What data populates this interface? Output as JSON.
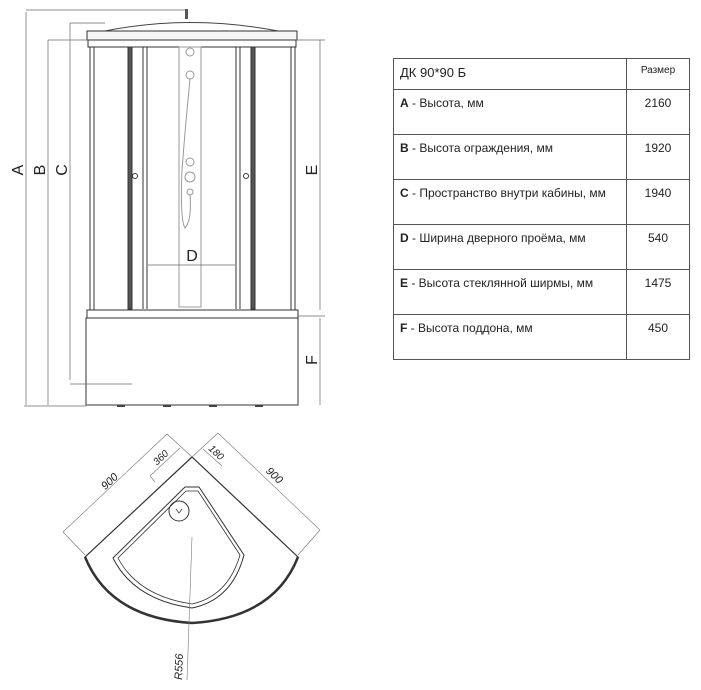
{
  "front_view": {
    "labels": {
      "A": "A",
      "B": "B",
      "C": "C",
      "D": "D",
      "E": "E",
      "F": "F"
    }
  },
  "plan_view": {
    "dims": {
      "left_width": "900",
      "right_width": "900",
      "drain_offset": "360",
      "corner_offset": "180",
      "radius": "R556"
    }
  },
  "table": {
    "title": "ДК 90*90 Б",
    "size_header": "Размер",
    "rows": [
      {
        "key": "A",
        "label": " - Высота, мм",
        "value": "2160"
      },
      {
        "key": "B",
        "label": " - Высота ограждения, мм",
        "value": "1920"
      },
      {
        "key": "C",
        "label": " - Пространство внутри кабины, мм",
        "value": "1940"
      },
      {
        "key": "D",
        "label": " - Ширина дверного проёма, мм",
        "value": "540"
      },
      {
        "key": "E",
        "label": " - Высота стеклянной ширмы, мм",
        "value": "1475"
      },
      {
        "key": "F",
        "label": " - Высота поддона, мм",
        "value": "450"
      }
    ]
  }
}
